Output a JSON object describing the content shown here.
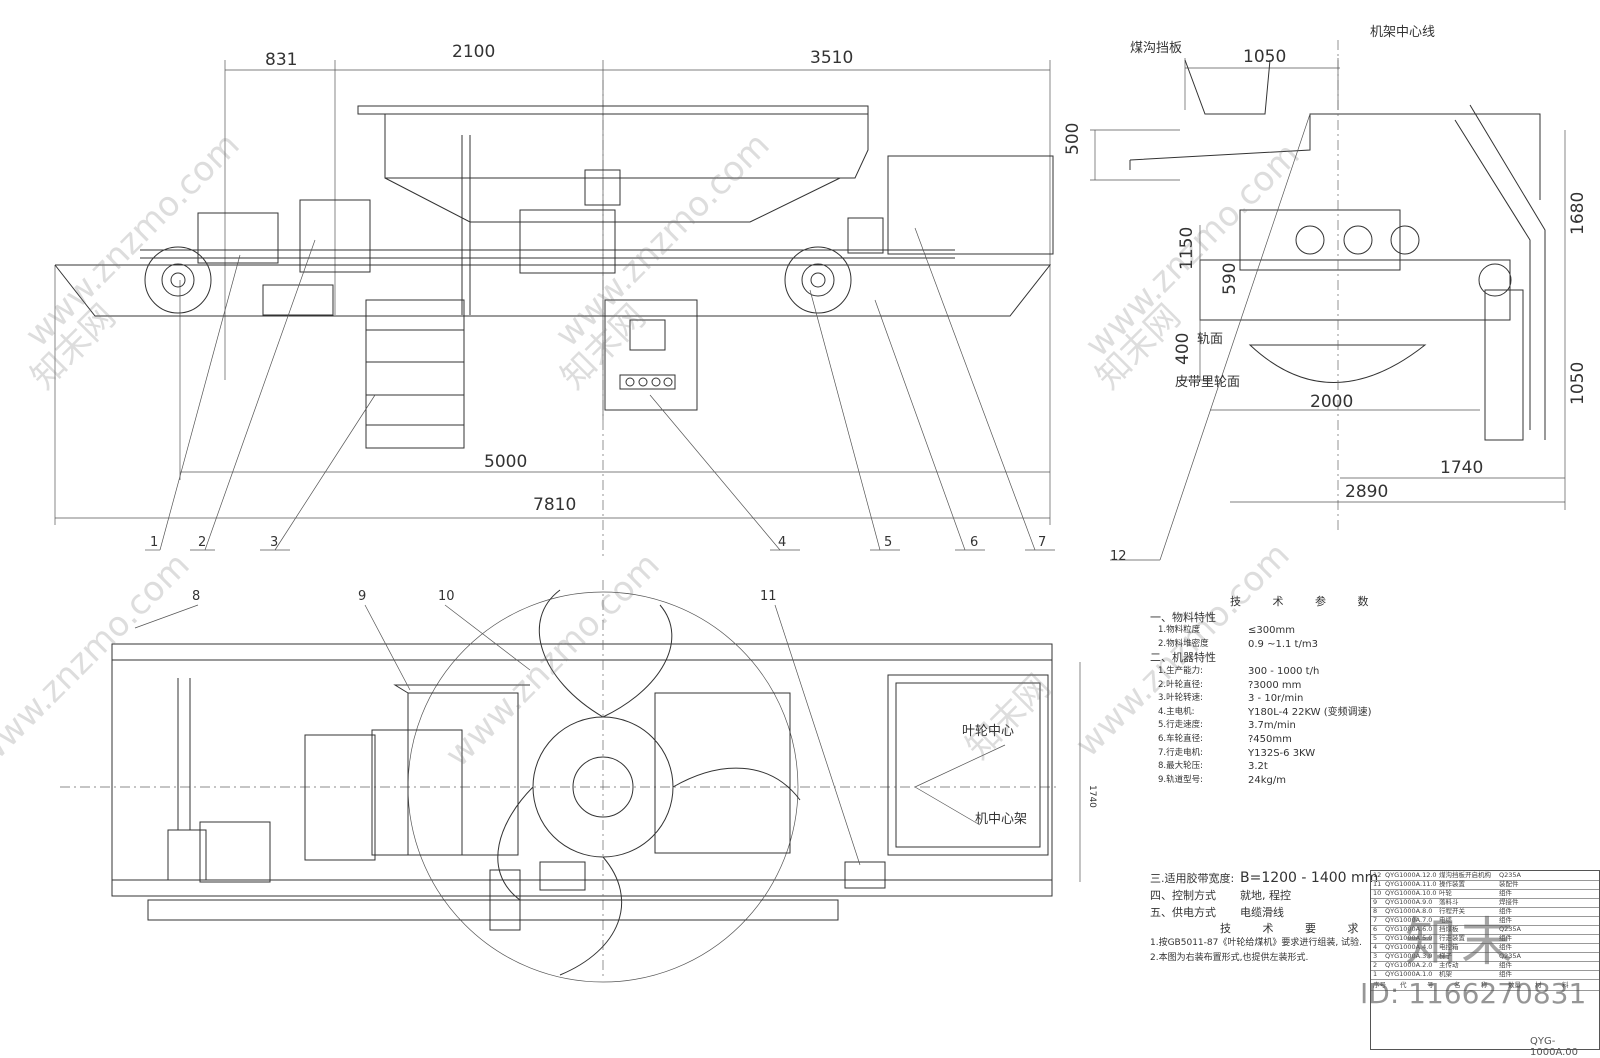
{
  "dims_top": {
    "d1": "831",
    "d2": "2100",
    "d3": "3510",
    "d4": "5000",
    "d5": "7810"
  },
  "dims_side": {
    "d1": "1050",
    "d2": "500",
    "d3": "1150",
    "d4": "590",
    "d5": "400",
    "d6": "2000",
    "d7": "1680",
    "d8": "1050",
    "d9": "1740",
    "d10": "2890"
  },
  "side_labels": {
    "l1": "煤沟挡板",
    "l2": "机架中心线",
    "l3": "轨面",
    "l4": "皮带里轮面"
  },
  "callouts": [
    "1",
    "2",
    "3",
    "4",
    "5",
    "6",
    "7",
    "8",
    "9",
    "10",
    "11",
    "12"
  ],
  "plan_labels": {
    "l1": "叶轮中心",
    "l2": "机中心架",
    "dim": "1740"
  },
  "tech_params": {
    "title": "技 术 参 数",
    "sec1": "一、物料特性",
    "p1k": "1.物料粒度",
    "p1v": "≤300mm",
    "p2k": "2.物料堆密度",
    "p2v": "0.9 ~1.1     t/m3",
    "sec2": "二、机器特性",
    "m1k": "1.生产能力:",
    "m1v": "300 - 1000 t/h",
    "m2k": "2.叶轮直径:",
    "m2v": "?3000 mm",
    "m3k": "3.叶轮转速:",
    "m3v": "3 - 10r/min",
    "m4k": "4.主电机:",
    "m4v": "Y180L-4 22KW  (变频调速)",
    "m5k": "5.行走速度:",
    "m5v": "3.7m/min",
    "m6k": "6.车轮直径:",
    "m6v": "?450mm",
    "m7k": "7.行走电机:",
    "m7v": "Y132S-6    3KW",
    "m8k": "8.最大轮压:",
    "m8v": "3.2t",
    "m9k": "9.轨道型号:",
    "m9v": "24kg/m"
  },
  "tech_params2": {
    "r3k": "三.适用胶带宽度:",
    "r3v": "B=1200 - 1400 mm",
    "r4k": "四、控制方式",
    "r4v": "就地,    程控",
    "r5k": "五、供电方式",
    "r5v": "电缆滑线"
  },
  "tech_req": {
    "title": "技 术 要 求",
    "r1": "1.按GB5011-87《叶轮给煤机》要求进行组装, 试验.",
    "r2": "2.本图为右装布置形式,也提供左装形式."
  },
  "watermark": "www.znzmo.com",
  "watermark_cn": "知末网",
  "logo": "知末",
  "id_text": "ID: 1166270831",
  "drawing_no": "QYG-1000A.00",
  "title_block": {
    "rows": [
      {
        "no": "12",
        "code": "QYG1000A.12.0",
        "name": "煤沟挡板开启机构",
        "mat": "Q235A"
      },
      {
        "no": "11",
        "code": "QYG1000A.11.0",
        "name": "操作装置",
        "mat": "装配件"
      },
      {
        "no": "10",
        "code": "QYG1000A.10.0",
        "name": "叶轮",
        "mat": "组件"
      },
      {
        "no": "9",
        "code": "QYG1000A.9.0",
        "name": "落料斗",
        "mat": "焊接件"
      },
      {
        "no": "8",
        "code": "QYG1000A.8.0",
        "name": "行程开关",
        "mat": "组件"
      },
      {
        "no": "7",
        "code": "QYG1000A.7.0",
        "name": "电缆",
        "mat": "组件"
      },
      {
        "no": "6",
        "code": "QYG1000A.6.0",
        "name": "挡煤板",
        "mat": "Q235A"
      },
      {
        "no": "5",
        "code": "QYG1000A.5.0",
        "name": "行走装置",
        "mat": "组件"
      },
      {
        "no": "4",
        "code": "QYG1000A.4.0",
        "name": "电控箱",
        "mat": "组件"
      },
      {
        "no": "3",
        "code": "QYG1000A.3.0",
        "name": "梯子",
        "mat": "Q235A"
      },
      {
        "no": "2",
        "code": "QYG1000A.2.0",
        "name": "主传动",
        "mat": "组件"
      },
      {
        "no": "1",
        "code": "QYG1000A.1.0",
        "name": "机架",
        "mat": "组件"
      }
    ],
    "header": [
      "序号",
      "代",
      "号",
      "名",
      "称",
      "数量",
      "材",
      "料"
    ]
  }
}
